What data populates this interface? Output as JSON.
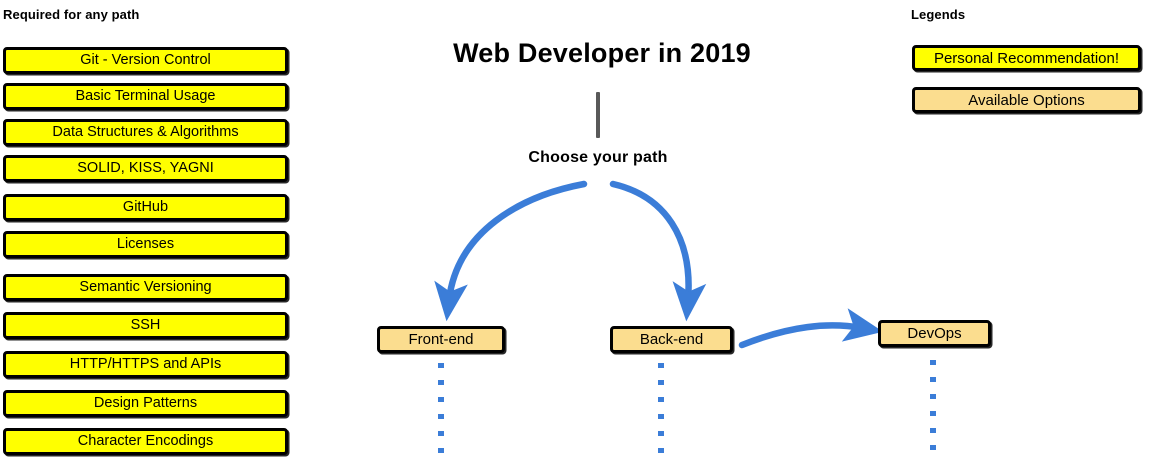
{
  "colors": {
    "recommendation": "#FFFF00",
    "available": "#FBDD8F",
    "arrow_blue": "#3B7DD8",
    "stem_gray": "#595959",
    "border": "#000000",
    "background": "#FFFFFF"
  },
  "left_column": {
    "heading": "Required for any path",
    "items": [
      {
        "label": "Git - Version Control"
      },
      {
        "label": "Basic Terminal Usage"
      },
      {
        "label": "Data Structures & Algorithms"
      },
      {
        "label": "SOLID, KISS, YAGNI"
      },
      {
        "label": "GitHub"
      },
      {
        "label": "Licenses"
      },
      {
        "label": "Semantic Versioning"
      },
      {
        "label": "SSH"
      },
      {
        "label": "HTTP/HTTPS and APIs"
      },
      {
        "label": "Design Patterns"
      },
      {
        "label": "Character Encodings"
      }
    ]
  },
  "center": {
    "title": "Web Developer in 2019",
    "choose_label": "Choose your path",
    "paths": [
      {
        "label": "Front-end",
        "style": "available"
      },
      {
        "label": "Back-end",
        "style": "available"
      },
      {
        "label": "DevOps",
        "style": "available"
      }
    ]
  },
  "legend": {
    "heading": "Legends",
    "items": [
      {
        "label": "Personal Recommendation!",
        "style": "recommendation"
      },
      {
        "label": "Available Options",
        "style": "available"
      }
    ]
  },
  "chart_data": {
    "type": "diagram",
    "title": "Web Developer in 2019",
    "nodes": [
      {
        "id": "root",
        "label": "Choose your path",
        "kind": "decision"
      },
      {
        "id": "frontend",
        "label": "Front-end",
        "kind": "path"
      },
      {
        "id": "backend",
        "label": "Back-end",
        "kind": "path"
      },
      {
        "id": "devops",
        "label": "DevOps",
        "kind": "path"
      }
    ],
    "edges": [
      {
        "from": "root",
        "to": "frontend",
        "style": "curved-arrow"
      },
      {
        "from": "root",
        "to": "backend",
        "style": "curved-arrow"
      },
      {
        "from": "backend",
        "to": "devops",
        "style": "curved-arrow"
      }
    ],
    "continuations": [
      "frontend",
      "backend",
      "devops"
    ]
  }
}
